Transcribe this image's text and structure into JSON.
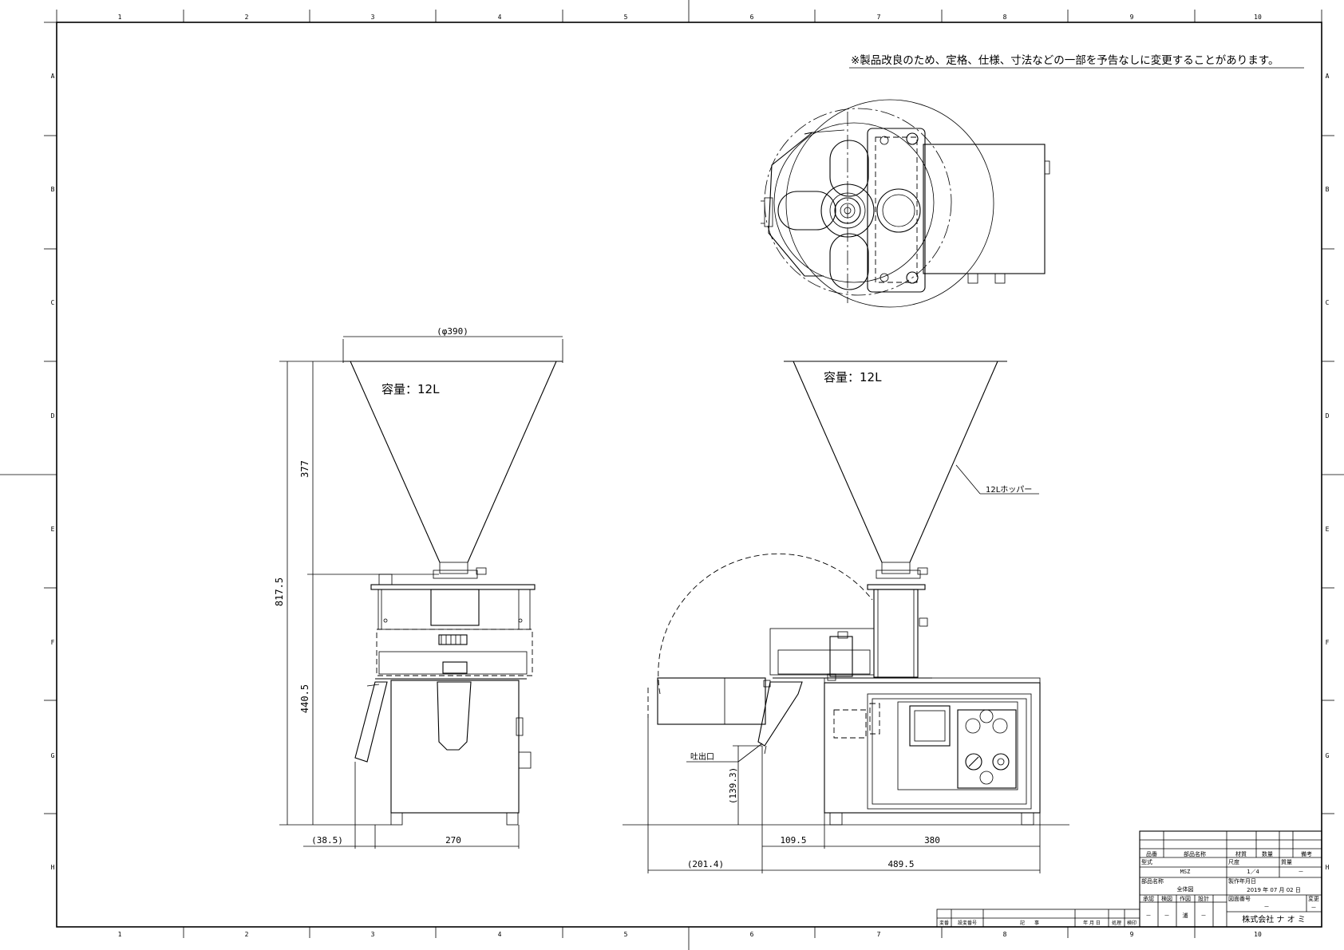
{
  "notice": "※製品改良のため、定格、仕様、寸法などの一部を予告なしに変更することがあります。",
  "grid": {
    "columns": [
      "1",
      "2",
      "3",
      "4",
      "5",
      "6",
      "7",
      "8",
      "9",
      "10"
    ],
    "rows": [
      "A",
      "B",
      "C",
      "D",
      "E",
      "F",
      "G",
      "H"
    ]
  },
  "labels": {
    "capacity_front": "容量：12L",
    "capacity_side": "容量：12L",
    "hopper_callout": "12Lホッパー",
    "outlet_callout": "吐出口"
  },
  "dimensions": {
    "hopper_diameter": "(φ390)",
    "hopper_height": "377",
    "total_height": "817.5",
    "base_height": "440.5",
    "chute_offset": "(38.5)",
    "front_width": "270",
    "outlet_height": "(139.3)",
    "side_left_offset": "109.5",
    "side_body_width": "380",
    "rotor_overhang": "(201.4)",
    "side_total_width": "489.5"
  },
  "title_block": {
    "h_item": "品番",
    "h_part_name": "部品名称",
    "h_material": "材質",
    "h_quantity": "数量",
    "h_remarks": "備考",
    "model_label": "型式",
    "model_value": "MSZ",
    "scale_label": "尺度",
    "scale_value": "1／4",
    "mass_label": "質量",
    "mass_value": "－",
    "part_name_label": "部品名称",
    "part_name_value": "全体図",
    "date_label": "製作年月日",
    "date_value": "2019 年 07 月 02 日",
    "approve_label": "承認",
    "inspect_label": "検図",
    "draw_label": "作図",
    "design_label": "設計",
    "approve_value": "－",
    "inspect_value": "－",
    "draw_value": "浦",
    "design_value": "－",
    "drawing_no_label": "図面番号",
    "drawing_no_value": "－",
    "revision_label": "変更",
    "revision_value": "－",
    "company": "株式会社 ナ オ ミ"
  },
  "revision_block": {
    "h_change": "変番",
    "h_design_no": "設変番号",
    "h_record": "記　　事",
    "h_date": "年 月 日",
    "h_approver": "処理",
    "h_checker": "検印"
  }
}
